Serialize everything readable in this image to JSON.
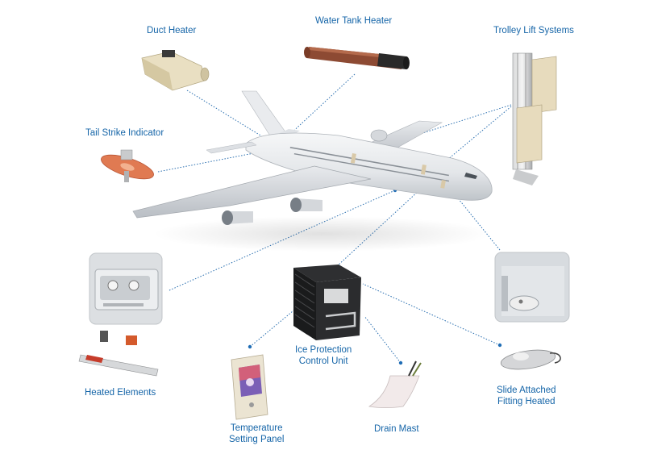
{
  "labels": {
    "duct_heater": "Duct Heater",
    "water_tank_heater": "Water Tank Heater",
    "trolley_lift_systems": "Trolley Lift Systems",
    "tail_strike_indicator": "Tail Strike Indicator",
    "heated_elements": "Heated Elements",
    "ice_protection_line1": "Ice Protection",
    "ice_protection_line2": "Control Unit",
    "temperature_line1": "Temperature",
    "temperature_line2": "Setting Panel",
    "drain_mast": "Drain Mast",
    "slide_line1": "Slide Attached",
    "slide_line2": "Fitting Heated"
  },
  "colors": {
    "label_text": "#1565a8",
    "leader_line": "#2a6fb0",
    "fuselage": "#e9ebee"
  }
}
